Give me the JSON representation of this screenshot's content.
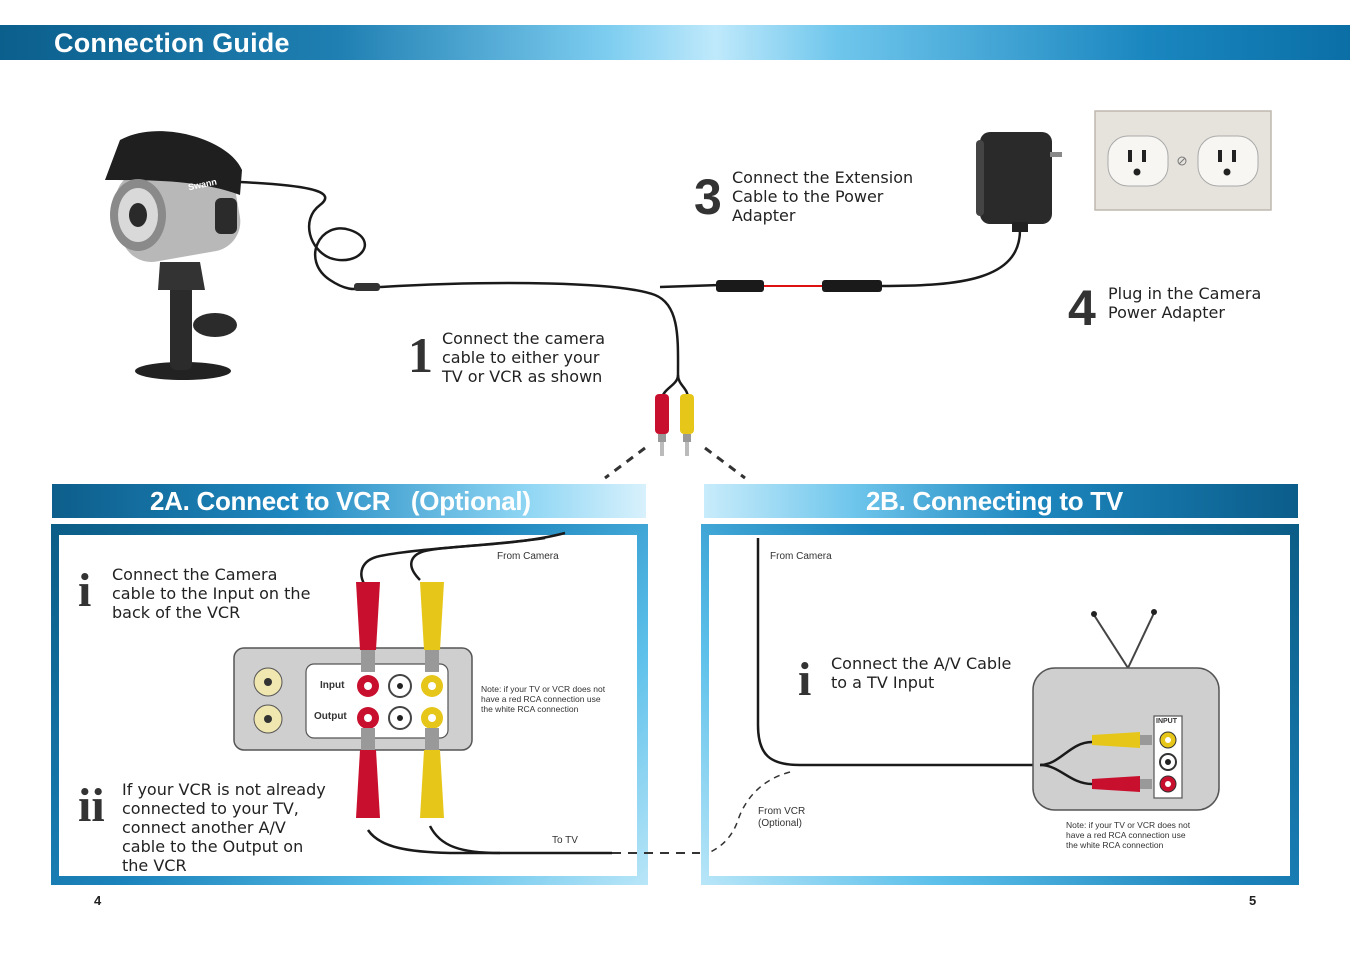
{
  "header": {
    "title": "Connection Guide"
  },
  "steps": [
    {
      "number": "3",
      "text": "Connect the Extension Cable to the Power Adapter"
    },
    {
      "number": "4",
      "text": "Plug in the Camera Power Adapter"
    },
    {
      "number": "1",
      "text": "Connect the camera cable to either your TV or VCR as shown"
    }
  ],
  "camera": {
    "brand": "Swann"
  },
  "vcr_section": {
    "title": "2A. Connect to VCR   (Optional)",
    "step_i": {
      "marker": "i",
      "text": "Connect the Camera cable to the Input on the back of the VCR"
    },
    "step_ii": {
      "marker": "ii",
      "text": "If your VCR is not already connected to your TV, connect another A/V cable to the Output on the VCR"
    },
    "from_camera": "From Camera",
    "to_tv": "To TV",
    "input_label": "Input",
    "output_label": "Output",
    "note": "Note: if your TV or VCR does not have a red RCA connection use the white RCA connection"
  },
  "tv_section": {
    "title": "2B. Connecting to TV",
    "from_camera": "From Camera",
    "from_vcr": "From VCR (Optional)",
    "step_i": {
      "marker": "i",
      "text": "Connect the A/V Cable to a TV Input"
    },
    "input_label": "INPUT",
    "note": "Note: if your TV or VCR does not have a red RCA connection use the white RCA connection"
  },
  "pages": {
    "left": "4",
    "right": "5"
  },
  "colors": {
    "header_dark": "#0b5f8c",
    "header_light": "#bfe9fb",
    "rca_red": "#c8102e",
    "rca_yellow": "#e6c619",
    "cable": "#1a1a1a"
  }
}
